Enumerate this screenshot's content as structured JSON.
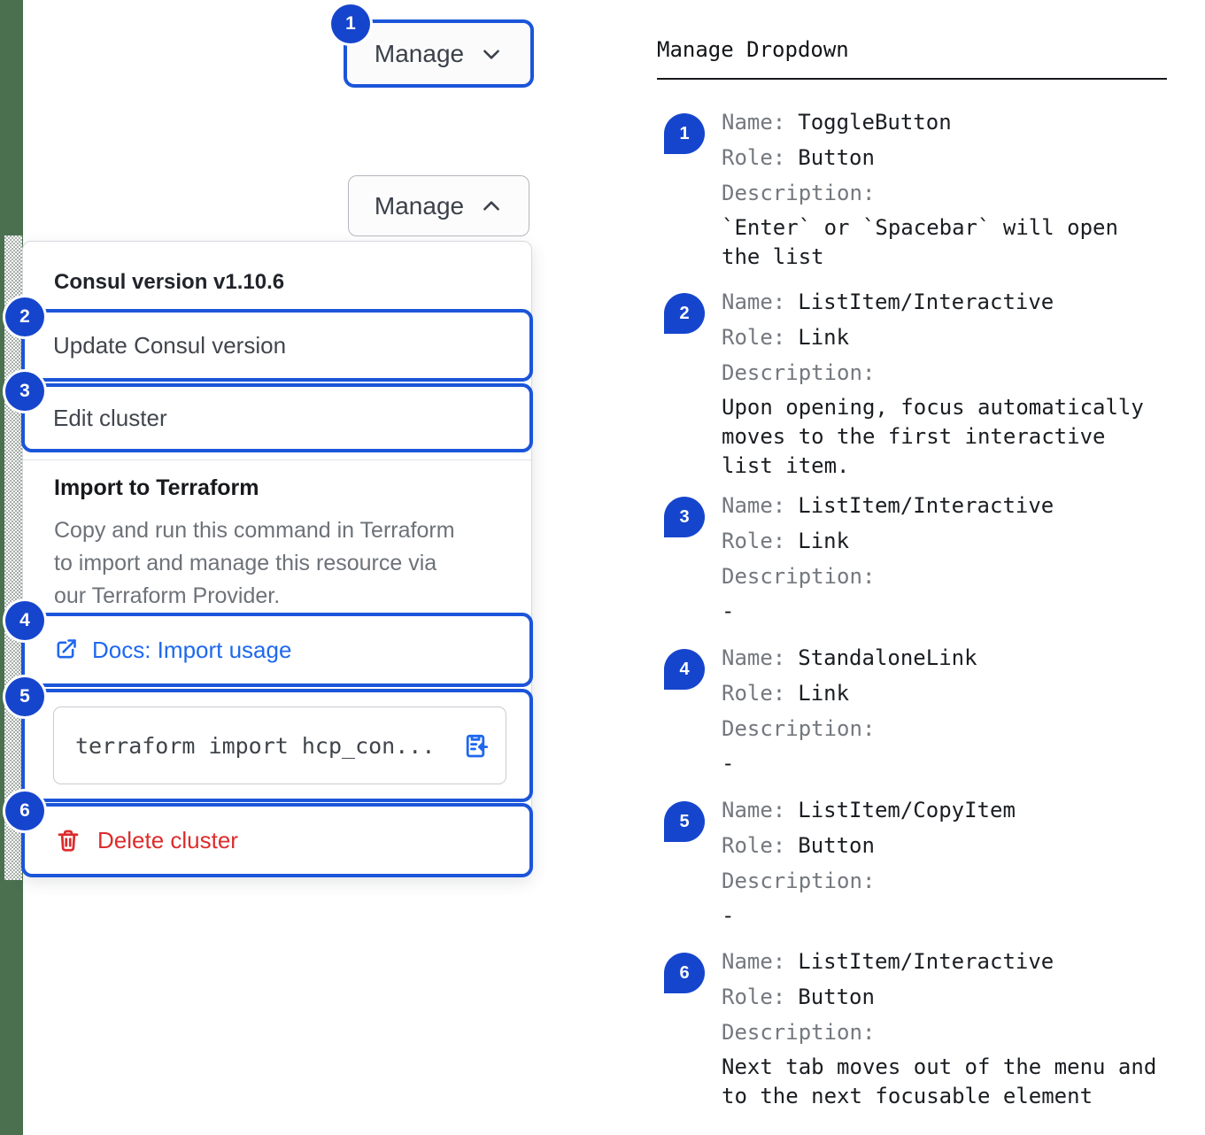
{
  "badges": [
    "1",
    "2",
    "3",
    "4",
    "5",
    "6"
  ],
  "colors": {
    "focus_ring_blue": "#1b55d9",
    "badge_blue": "#1645cd",
    "link_blue": "#1f68ee",
    "danger_red": "#dc2c2c",
    "gutter_green": "#4a7050"
  },
  "left": {
    "manage_closed_label": "Manage",
    "manage_open_label": "Manage",
    "dropdown": {
      "version_label": "Consul version v1.10.6",
      "update_item": "Update Consul version",
      "edit_item": "Edit cluster",
      "import_title": "Import to Terraform",
      "import_description": "Copy and run this command in Terraform\nto import and manage this resource via\nour Terraform Provider.",
      "docs_link_label": "Docs: Import usage",
      "code_snippet": "terraform import hcp_con...",
      "delete_label": "Delete cluster"
    }
  },
  "right": {
    "title": "Manage Dropdown",
    "labels": {
      "name": "Name:",
      "role": "Role:",
      "description": "Description:"
    },
    "entries": [
      {
        "num": "1",
        "name": "ToggleButton",
        "role": "Button",
        "description": "`Enter` or `Spacebar` will open\nthe list"
      },
      {
        "num": "2",
        "name": "ListItem/Interactive",
        "role": "Link",
        "description": "Upon opening, focus automatically\nmoves to the first interactive\nlist item."
      },
      {
        "num": "3",
        "name": "ListItem/Interactive",
        "role": "Link",
        "description": "-"
      },
      {
        "num": "4",
        "name": "StandaloneLink",
        "role": "Link",
        "description": "-"
      },
      {
        "num": "5",
        "name": "ListItem/CopyItem",
        "role": "Button",
        "description": "-"
      },
      {
        "num": "6",
        "name": "ListItem/Interactive",
        "role": "Button",
        "description": "Next tab moves out of the menu and\nto the next focusable element"
      }
    ]
  }
}
